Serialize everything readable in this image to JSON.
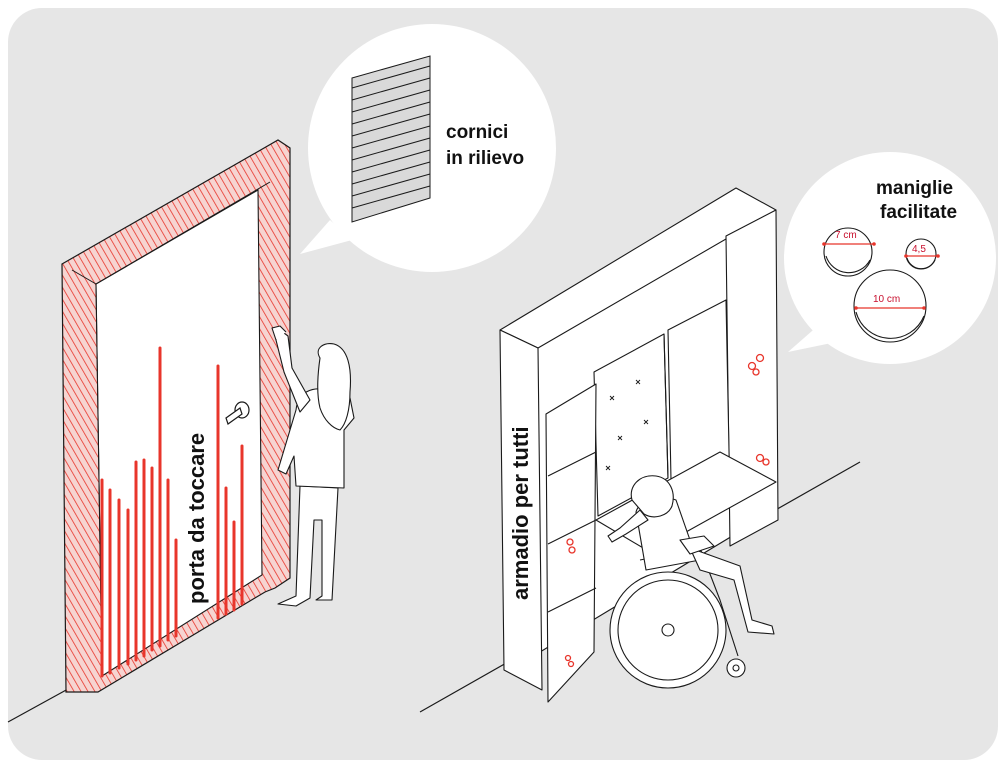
{
  "labels": {
    "cornici_line1": "cornici",
    "cornici_line2": "in rilievo",
    "maniglie_line1": "maniglie",
    "maniglie_line2": "facilitate",
    "porta": "porta da  toccare",
    "armadio": "armadio per tutti"
  },
  "handles": {
    "small": "4,5",
    "medium": "7 cm",
    "large": "10 cm"
  },
  "colors": {
    "background": "#e6e6e6",
    "accent": "#e8352b",
    "line": "#1a1a1a",
    "surface": "#ffffff"
  }
}
